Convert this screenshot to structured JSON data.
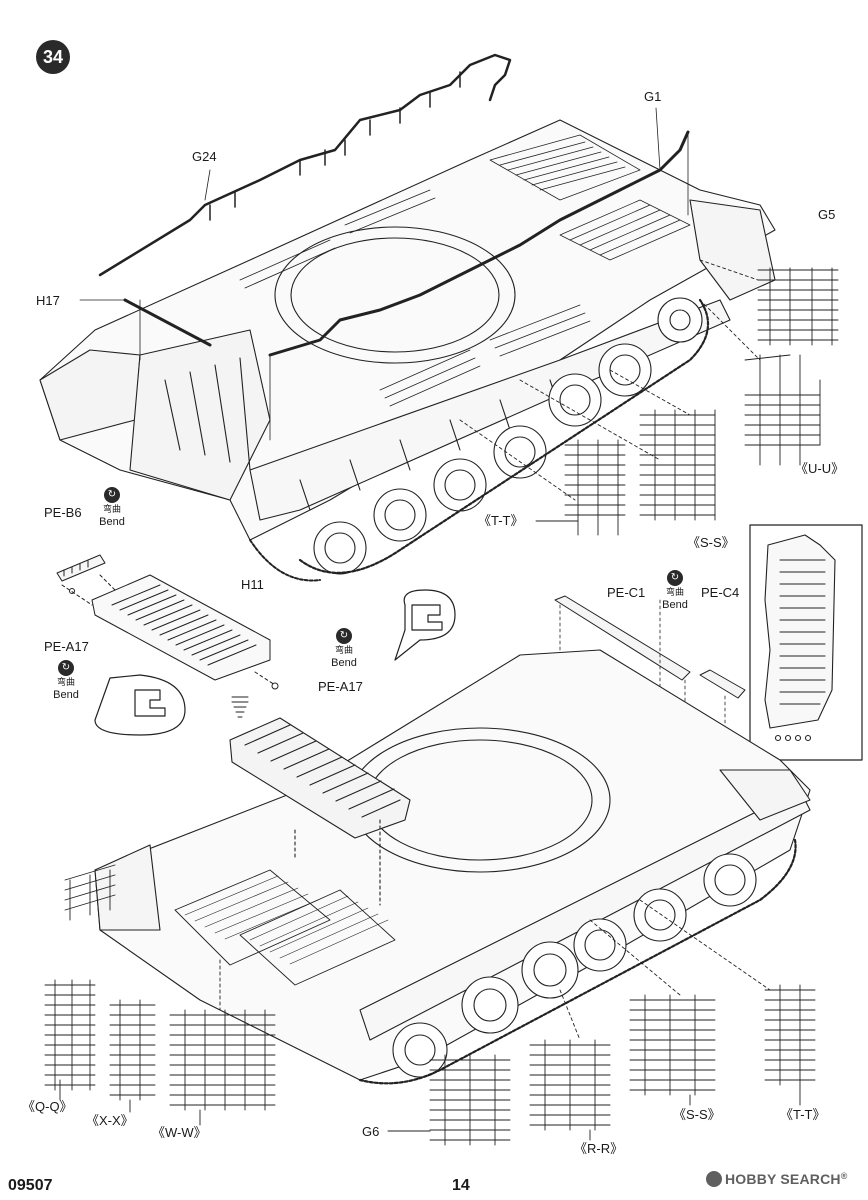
{
  "step_number": "34",
  "labels": {
    "g24": "G24",
    "g1": "G1",
    "g5": "G5",
    "h17": "H17",
    "u_u": "《U-U》",
    "t_t_top": "《T-T》",
    "s_s_top": "《S-S》",
    "pe_b6": "PE-B6",
    "h11": "H11",
    "pe_a17_left": "PE-A17",
    "pe_a17_right": "PE-A17",
    "pe_c1": "PE-C1",
    "pe_c4": "PE-C4",
    "q_q": "《Q-Q》",
    "x_x": "《X-X》",
    "w_w": "《W-W》",
    "g6": "G6",
    "r_r": "《R-R》",
    "s_s_bottom": "《S-S》",
    "t_t_bottom": "《T-T》"
  },
  "bend": {
    "zh": "弯曲",
    "en": "Bend"
  },
  "footer": {
    "code": "09507",
    "page": "14",
    "watermark": "HOBBY SEARCH",
    "watermark_reg": "®"
  }
}
